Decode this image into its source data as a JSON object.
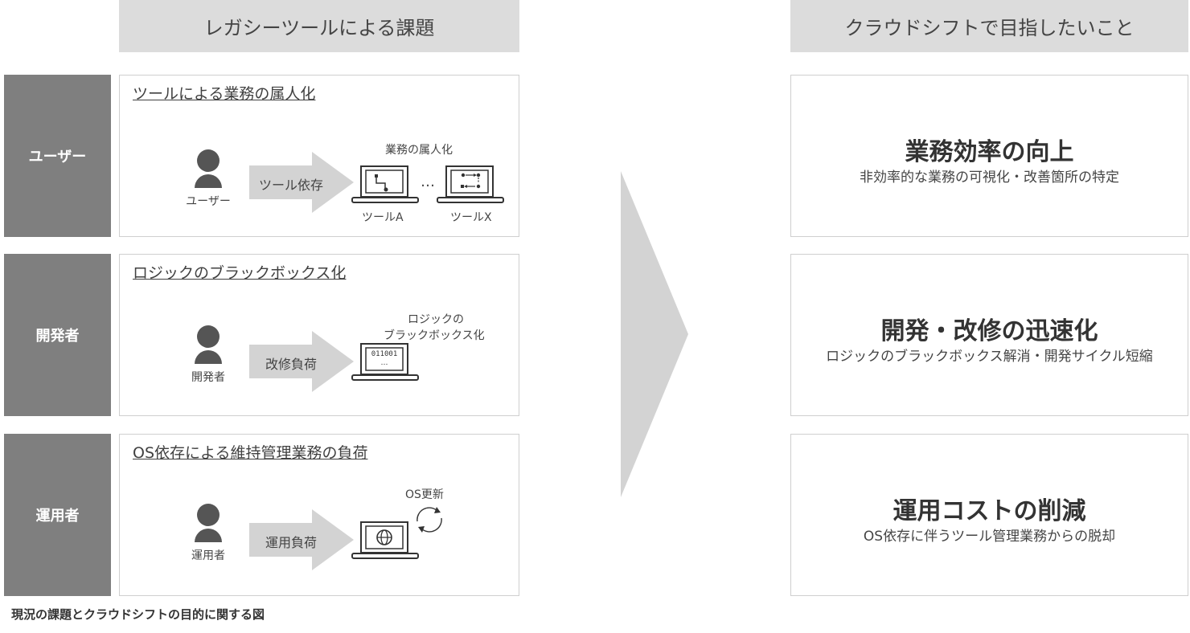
{
  "headers": {
    "left": "レガシーツールによる課題",
    "right": "クラウドシフトで目指したいこと"
  },
  "rows": [
    {
      "role": "ユーザー",
      "title": "ツールによる業務の属人化",
      "person_label": "ユーザー",
      "arrow_label": "ツール依存",
      "extra_label": "業務の属人化",
      "tool_a": "ツールA",
      "tool_x": "ツールX",
      "ellipsis": "…"
    },
    {
      "role": "開発者",
      "title": "ロジックのブラックボックス化",
      "person_label": "開発者",
      "arrow_label": "改修負荷",
      "extra_label_line1": "ロジックの",
      "extra_label_line2": "ブラックボックス化",
      "screen_code": "011001",
      "screen_dots": "…"
    },
    {
      "role": "運用者",
      "title": "OS依存による維持管理業務の負荷",
      "person_label": "運用者",
      "arrow_label": "運用負荷",
      "extra_label": "OS更新"
    }
  ],
  "goals": [
    {
      "title": "業務効率の向上",
      "sub": "非効率的な業務の可視化・改善箇所の特定"
    },
    {
      "title": "開発・改修の迅速化",
      "sub": "ロジックのブラックボックス解消・開発サイクル短縮"
    },
    {
      "title": "運用コストの削減",
      "sub": "OS依存に伴うツール管理業務からの脱却"
    }
  ],
  "caption": "現況の課題とクラウドシフトの目的に関する図",
  "colors": {
    "header_bg": "#dcdcdc",
    "role_bg": "#7f7f7f",
    "arrow_fill": "#d3d3d3",
    "icon_dark": "#555555"
  }
}
